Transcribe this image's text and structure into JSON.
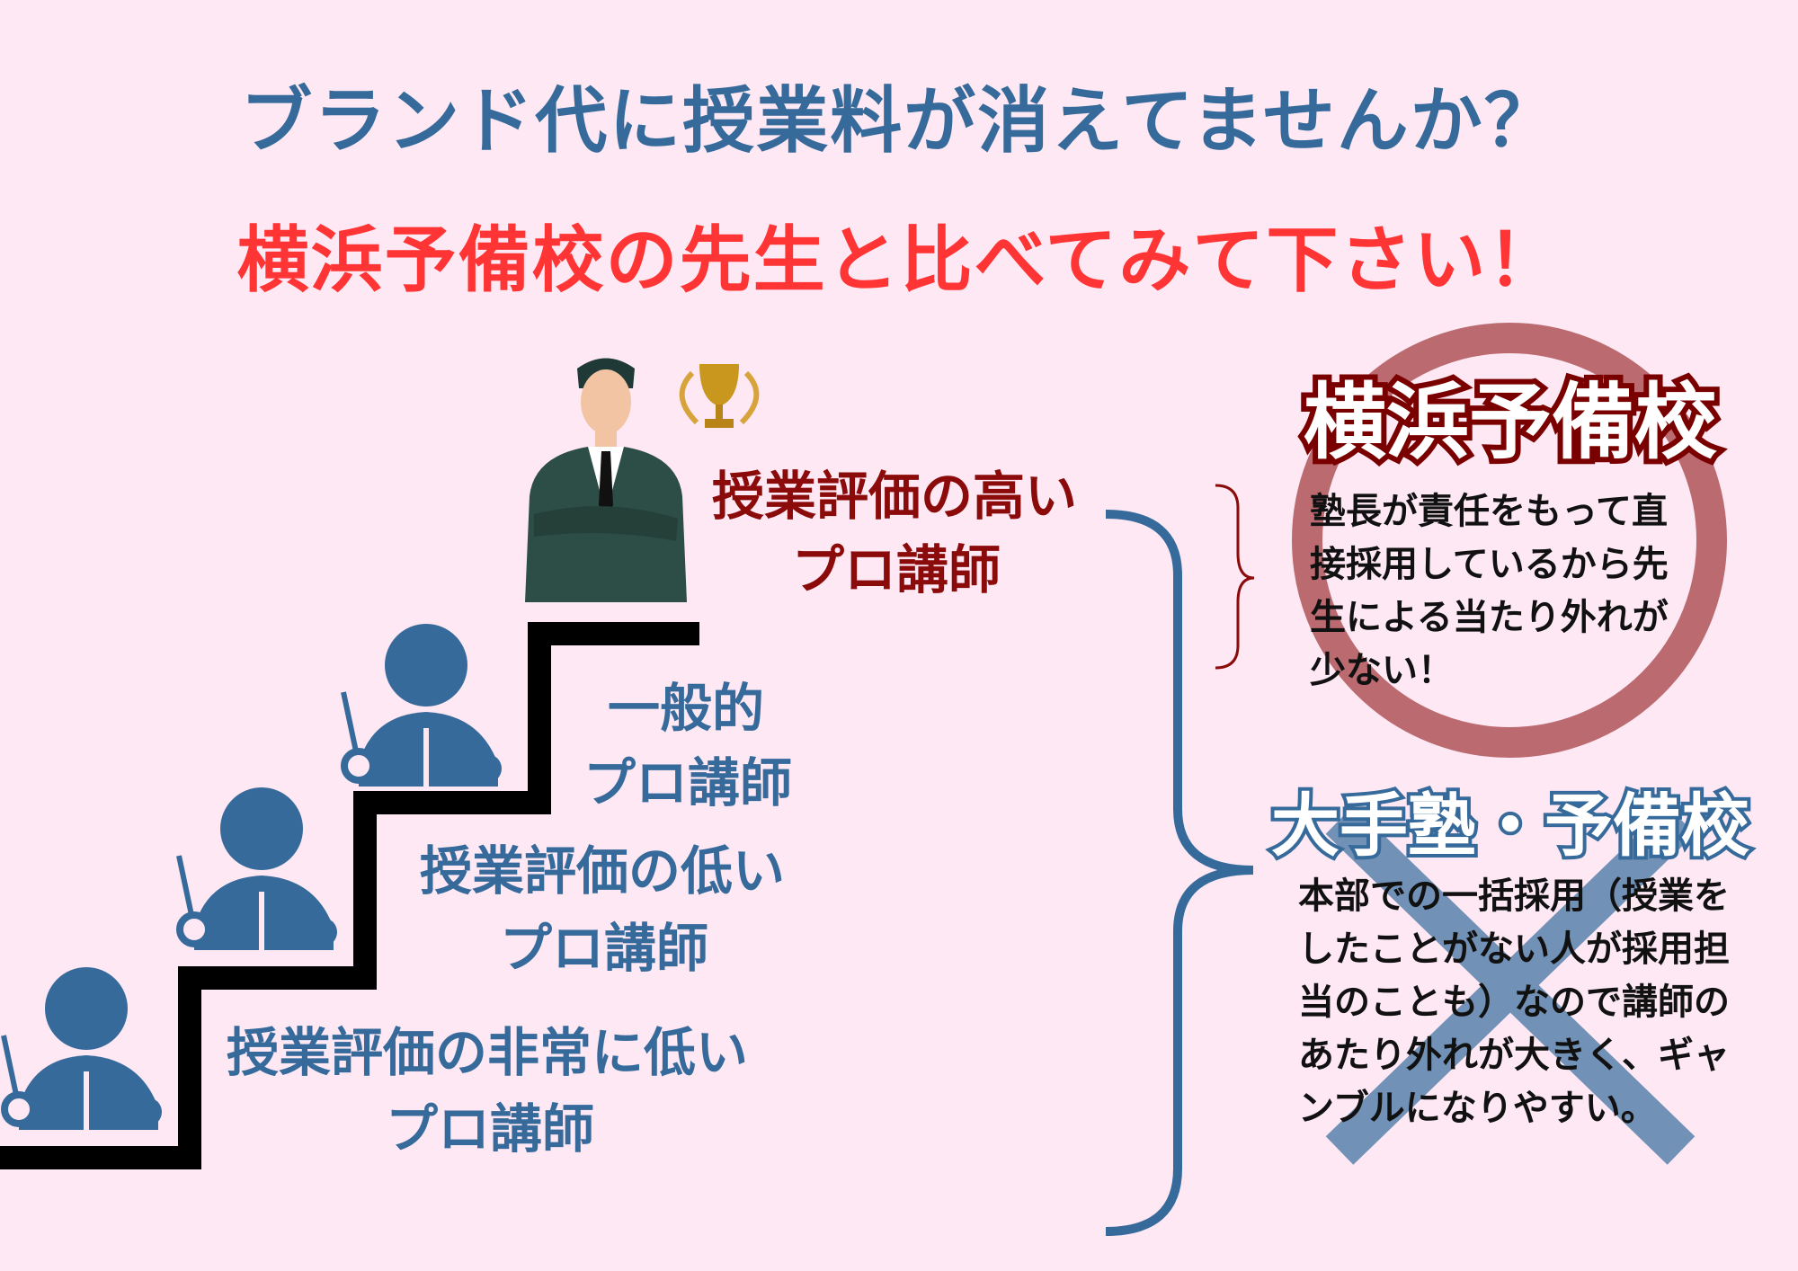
{
  "title": {
    "line1": "ブランド代に授業料が消えてませんか？",
    "line2": "横浜予備校の先生と比べてみて下さい！"
  },
  "stairs": {
    "top": {
      "line1": "授業評価の高い",
      "line2": "プロ講師"
    },
    "general": {
      "line1": "一般的",
      "line2": "プロ講師"
    },
    "low": {
      "line1": "授業評価の低い",
      "line2": "プロ講師"
    },
    "very_low": {
      "line1": "授業評価の非常に低い",
      "line2": "プロ講師"
    }
  },
  "yokohama": {
    "heading": "横浜予備校",
    "lines": [
      "塾長が責任をもって直",
      "接採用しているから先",
      "生による当たり外れが",
      "少ない！"
    ]
  },
  "major": {
    "heading": "大手塾・予備校",
    "lines": [
      "本部での一括採用（授業を",
      "したことがない人が採用担",
      "当のことも）なので講師の",
      "あたり外れが大きく、ギャ",
      "ンブルになりやすい。"
    ]
  },
  "colors": {
    "background": "#fde8f4",
    "blue": "#366a9b",
    "red": "#ff3535",
    "dark_red": "#8b0a0a",
    "circle": "#bb6a70"
  }
}
